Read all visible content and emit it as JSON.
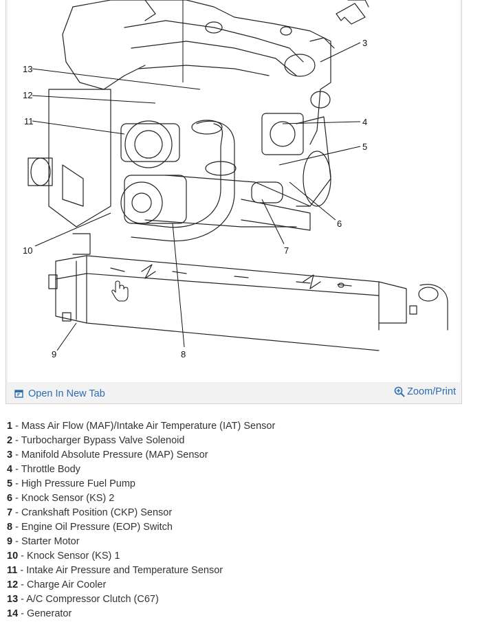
{
  "toolbar": {
    "open_label": "Open In New Tab",
    "zoom_label": "Zoom/Print",
    "link_color": "#2b6cb0"
  },
  "diagram": {
    "callouts": [
      "3",
      "4",
      "5",
      "6",
      "7",
      "8",
      "9",
      "10",
      "11",
      "12",
      "13"
    ]
  },
  "legend": [
    {
      "num": "1",
      "text": " - Mass Air Flow (MAF)/Intake Air Temperature (IAT) Sensor"
    },
    {
      "num": "2",
      "text": " - Turbocharger Bypass Valve Solenoid"
    },
    {
      "num": "3",
      "text": " - Manifold Absolute Pressure (MAP) Sensor"
    },
    {
      "num": "4",
      "text": " - Throttle Body"
    },
    {
      "num": "5",
      "text": " - High Pressure Fuel Pump"
    },
    {
      "num": "6",
      "text": " - Knock Sensor (KS) 2"
    },
    {
      "num": "7",
      "text": " - Crankshaft Position (CKP) Sensor"
    },
    {
      "num": "8",
      "text": " - Engine Oil Pressure (EOP) Switch"
    },
    {
      "num": "9",
      "text": " - Starter Motor"
    },
    {
      "num": "10",
      "text": " - Knock Sensor (KS) 1"
    },
    {
      "num": "11",
      "text": " - Intake Air Pressure and Temperature Sensor"
    },
    {
      "num": "12",
      "text": " - Charge Air Cooler"
    },
    {
      "num": "13",
      "text": " - A/C Compressor Clutch (C67)"
    },
    {
      "num": "14",
      "text": " - Generator"
    }
  ]
}
